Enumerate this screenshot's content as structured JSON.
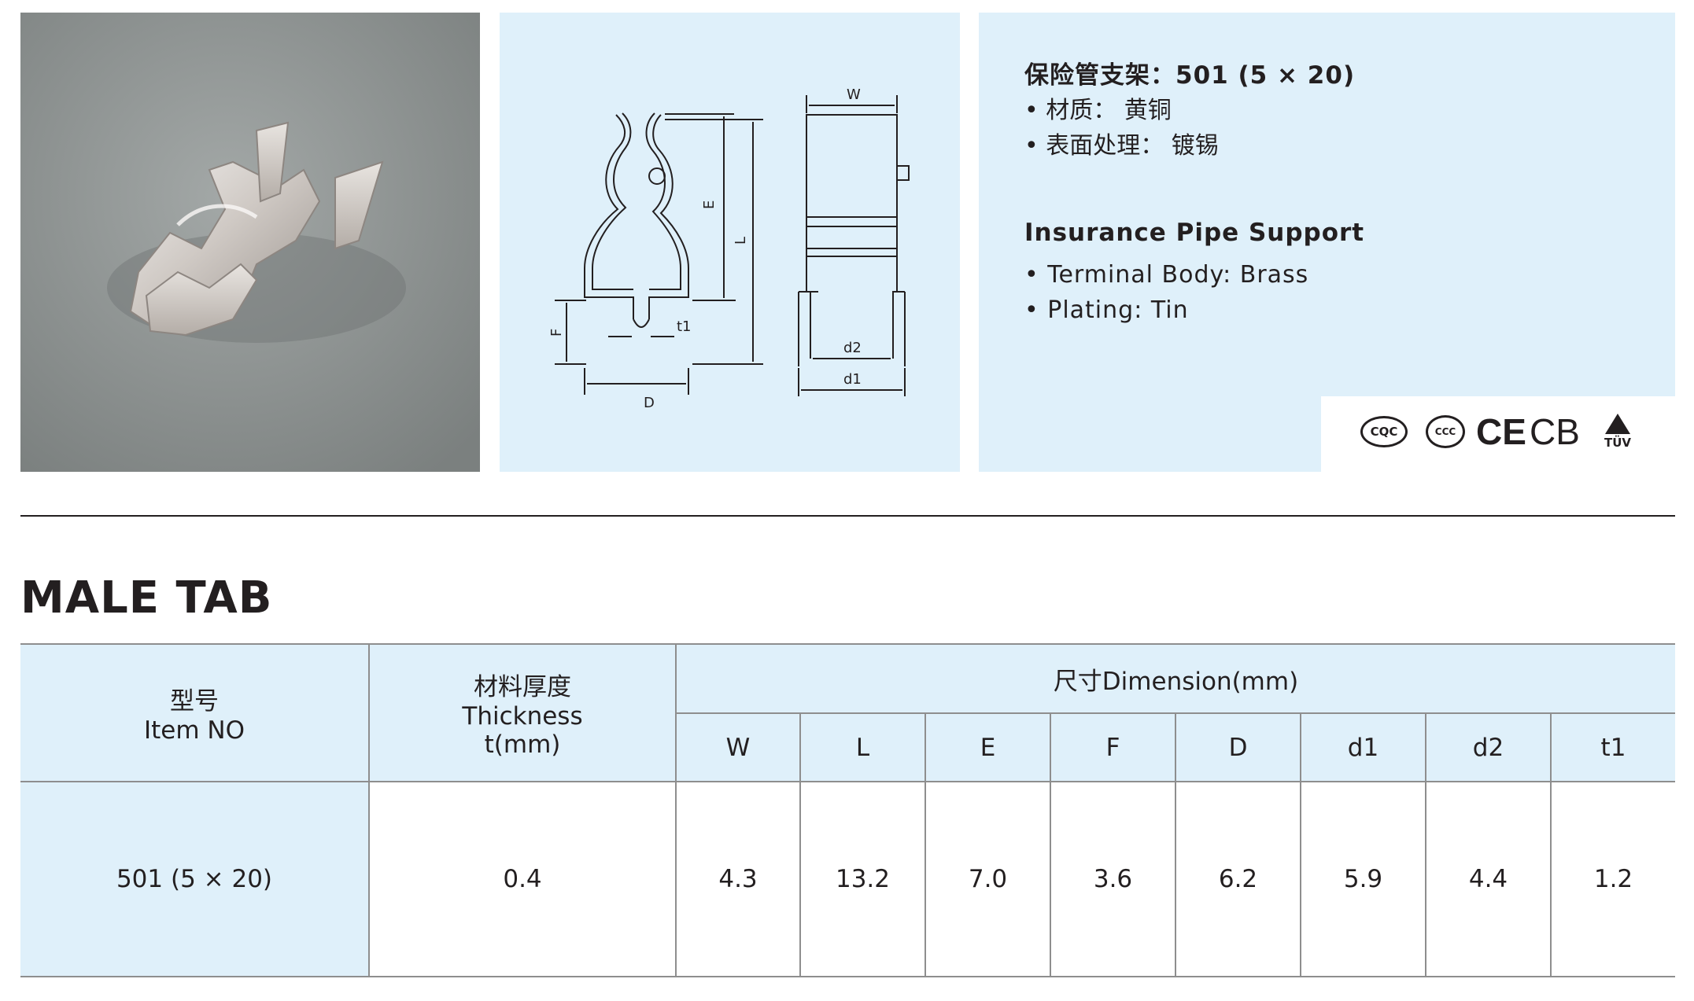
{
  "info": {
    "cn_title": "保险管支架：501 (5 × 20)",
    "cn_items": [
      "材质：  黄铜",
      "表面处理：  镀锡"
    ],
    "en_title": "Insurance Pipe Support",
    "en_items": [
      "Terminal Body: Brass",
      "Plating: Tin"
    ],
    "certifications": {
      "cqc": "CQC",
      "ccc": "CCC",
      "ce": "CE",
      "cb": "CB",
      "tuv": "TÜV"
    }
  },
  "drawing": {
    "labels": {
      "W": "W",
      "E": "E",
      "L": "L",
      "F": "F",
      "t1": "t1",
      "D": "D",
      "d2": "d2",
      "d1": "d1"
    }
  },
  "section": {
    "title": "MALE TAB"
  },
  "table": {
    "header_item_cn": "型号",
    "header_item_en": "Item NO",
    "header_thick_cn": "材料厚度",
    "header_thick_en": "Thickness",
    "header_thick_unit": "t(mm)",
    "header_dimension": "尺寸Dimension(mm)",
    "dim_columns": [
      "W",
      "L",
      "E",
      "F",
      "D",
      "d1",
      "d2",
      "t1"
    ],
    "rows": [
      {
        "item": "501 (5 × 20)",
        "thickness": "0.4",
        "dims": [
          "4.3",
          "13.2",
          "7.0",
          "3.6",
          "6.2",
          "5.9",
          "4.4",
          "1.2"
        ]
      }
    ]
  },
  "colors": {
    "panel_bg": "#dff0fa",
    "photo_bg": "#8c9190",
    "text": "#231f20",
    "grid": "#8e8e8e"
  }
}
